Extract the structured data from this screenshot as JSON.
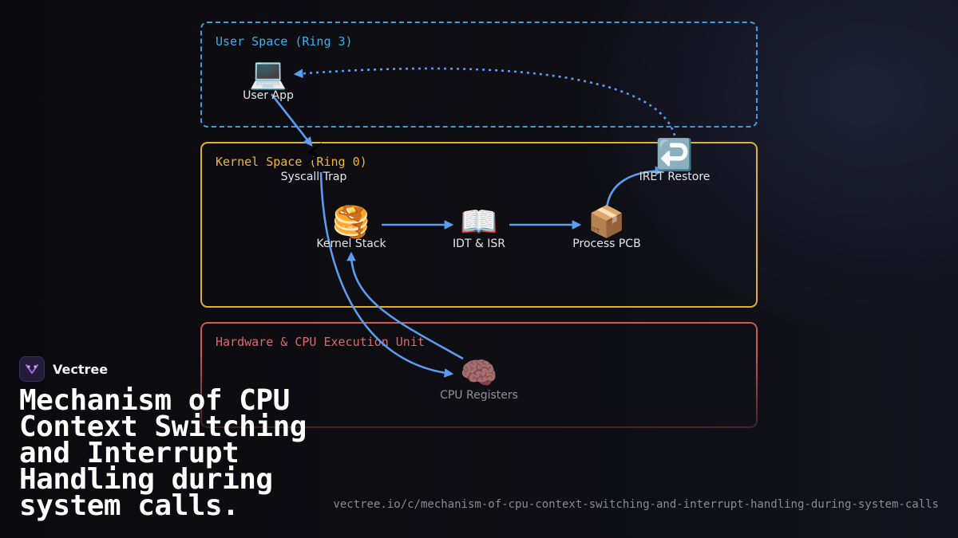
{
  "zones": {
    "user": {
      "title": "User Space (Ring 3)",
      "color": "#3aa0e0"
    },
    "kernel": {
      "title": "Kernel Space (Ring 0)",
      "color": "#e0b030"
    },
    "hardware": {
      "title": "Hardware & CPU Execution Unit",
      "color": "#d05a5a"
    }
  },
  "nodes": {
    "user_app": {
      "icon": "💻",
      "label": "User App"
    },
    "syscall_trap": {
      "icon": "⚡",
      "label": "Syscall Trap"
    },
    "kernel_stack": {
      "icon": "🥞",
      "label": "Kernel Stack"
    },
    "idt_isr": {
      "icon": "📖",
      "label": "IDT & ISR"
    },
    "process_pcb": {
      "icon": "📦",
      "label": "Process PCB"
    },
    "iret_restore": {
      "icon": "↩️",
      "label": "IRET Restore"
    },
    "cpu_registers": {
      "icon": "🧠",
      "label": "CPU Registers"
    }
  },
  "arrow_color": "#5b9cf0",
  "brand": {
    "name": "Vectree",
    "logo_icon": "vectree-logo-icon"
  },
  "title": "Mechanism of CPU Context Switching and Interrupt Handling during system calls.",
  "url": "vectree.io/c/mechanism-of-cpu-context-switching-and-interrupt-handling-during-system-calls"
}
